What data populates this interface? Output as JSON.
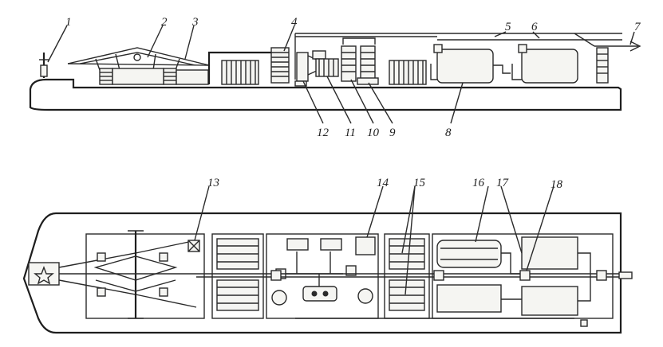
{
  "side_view_labels": {
    "l1": "1",
    "l2": "2",
    "l3": "3",
    "l4": "4",
    "l5": "5",
    "l6": "6",
    "l7": "7",
    "l8": "8",
    "l9": "9",
    "l10": "10",
    "l11": "11",
    "l12": "12"
  },
  "plan_view_labels": {
    "l13": "13",
    "l14": "14",
    "l15": "15",
    "l16": "16",
    "l17": "17",
    "l18": "18"
  }
}
